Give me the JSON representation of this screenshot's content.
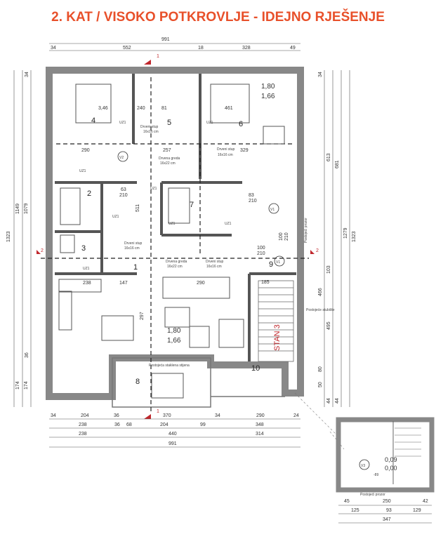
{
  "title": "2. KAT / VISOKO POTKROVLJE - IDEJNO RJEŠENJE",
  "colors": {
    "title": "#e8502a",
    "wall": "#888888",
    "annotation_red": "#c0282d"
  },
  "dims_top": {
    "total": "991",
    "seg1": "34",
    "seg2": "552",
    "seg3": "18",
    "seg4": "328",
    "seg5": "49"
  },
  "dims_left": {
    "d1": "34",
    "d2": "1149",
    "d3": "1079",
    "d4": "1323",
    "d5": "36",
    "d6": "174",
    "d7": "174"
  },
  "dims_right": {
    "d1": "34",
    "d2": "613",
    "d3": "681",
    "d4": "1279",
    "d5": "1323",
    "d6": "103",
    "d7": "466",
    "d8": "495",
    "d9": "80",
    "d10": "50",
    "d11": "44",
    "d12": "44"
  },
  "dims_bottom": {
    "row1": [
      "34",
      "204",
      "36",
      "370",
      "34",
      "290",
      "24"
    ],
    "row2": [
      "238",
      "36",
      "68",
      "204",
      "99",
      "348"
    ],
    "row3": [
      "238",
      "440",
      "314"
    ],
    "row4": "991"
  },
  "rooms": [
    "1",
    "2",
    "3",
    "4",
    "5",
    "6",
    "7",
    "8",
    "9",
    "10"
  ],
  "areas_inner": [
    "3,46",
    "240",
    "81",
    "461"
  ],
  "dims_inner": [
    "290",
    "257",
    "329",
    "511",
    "238",
    "147",
    "290",
    "297",
    "63",
    "210",
    "83",
    "210",
    "100",
    "210",
    "100",
    "210",
    "185"
  ],
  "labels_walls": [
    "UZ1",
    "UZ1",
    "UZ1",
    "UZ1",
    "UZ1",
    "UZ1",
    "UZ1",
    "UZ1"
  ],
  "labels_doors": [
    "V1",
    "V1",
    "V2",
    "V3"
  ],
  "structural": {
    "drveni_stup_1": "Drveni stup",
    "drveni_stup_1_dim": "16x16 cm",
    "drvena_greda_1": "Drvena greda",
    "drvena_greda_1_dim": "16x22 cm",
    "drveni_stup_2": "Drveni stup",
    "drveni_stup_2_dim": "16x16 cm",
    "drveni_stup_3": "Drveni stup",
    "drveni_stup_3_dim": "16x16 cm",
    "drvena_greda_2": "Drvena greda",
    "drvena_greda_2_dim": "16x22 cm",
    "drveni_stup_4": "Drveni stup",
    "drveni_stup_4_dim": "16x16 cm"
  },
  "notes": {
    "postojeci_prozor": "Postojeći prozor",
    "postojeci_prozor_2": "Postojeći prozor",
    "postojeci_prozor_3": "Postojeći prozor",
    "postojeca_stijena": "Postojeća staklena stijena",
    "postojece_stubiste": "Postojeće stubište",
    "stan": "STAN 3"
  },
  "levels": {
    "l1": "1,80",
    "l1b": "1,66",
    "l2": "1,80",
    "l2b": "1,66",
    "l3": "0,09",
    "l3b": "0,00"
  },
  "section_marks": {
    "s1": "1",
    "s2": "2",
    "s3": "1",
    "s4": "2"
  },
  "inset": {
    "dims_row1": [
      "45",
      "250",
      "42"
    ],
    "dims_row2": [
      "125",
      "93",
      "129"
    ],
    "total": "347",
    "inner": "-89"
  }
}
